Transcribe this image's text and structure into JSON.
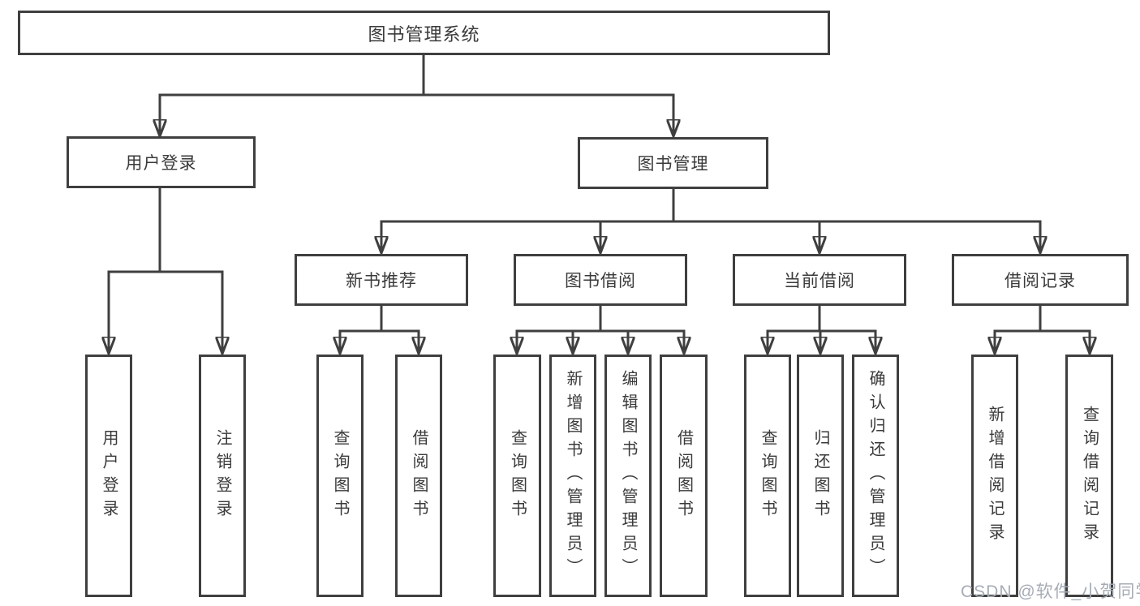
{
  "diagram": {
    "tree": {
      "label": "图书管理系统",
      "children": [
        {
          "label": "用户登录",
          "children": [
            {
              "label": "用户登录"
            },
            {
              "label": "注销登录"
            }
          ]
        },
        {
          "label": "图书管理",
          "children": [
            {
              "label": "新书推荐",
              "children": [
                {
                  "label": "查询图书"
                },
                {
                  "label": "借阅图书"
                }
              ]
            },
            {
              "label": "图书借阅",
              "children": [
                {
                  "label": "查询图书"
                },
                {
                  "label": "新增图书（管理员）"
                },
                {
                  "label": "编辑图书（管理员）"
                },
                {
                  "label": "借阅图书"
                }
              ]
            },
            {
              "label": "当前借阅",
              "children": [
                {
                  "label": "查询图书"
                },
                {
                  "label": "归还图书"
                },
                {
                  "label": "确认归还（管理员）"
                }
              ]
            },
            {
              "label": "借阅记录",
              "children": [
                {
                  "label": "新增借阅记录"
                },
                {
                  "label": "查询借阅记录"
                }
              ]
            }
          ]
        }
      ]
    },
    "colors": {
      "line": "#3f3f3f",
      "text": "#3a3a3a",
      "background": "#ffffff",
      "watermark": "#a6acb5"
    }
  },
  "watermark": {
    "text": "CSDN @软件_小贺同学"
  }
}
